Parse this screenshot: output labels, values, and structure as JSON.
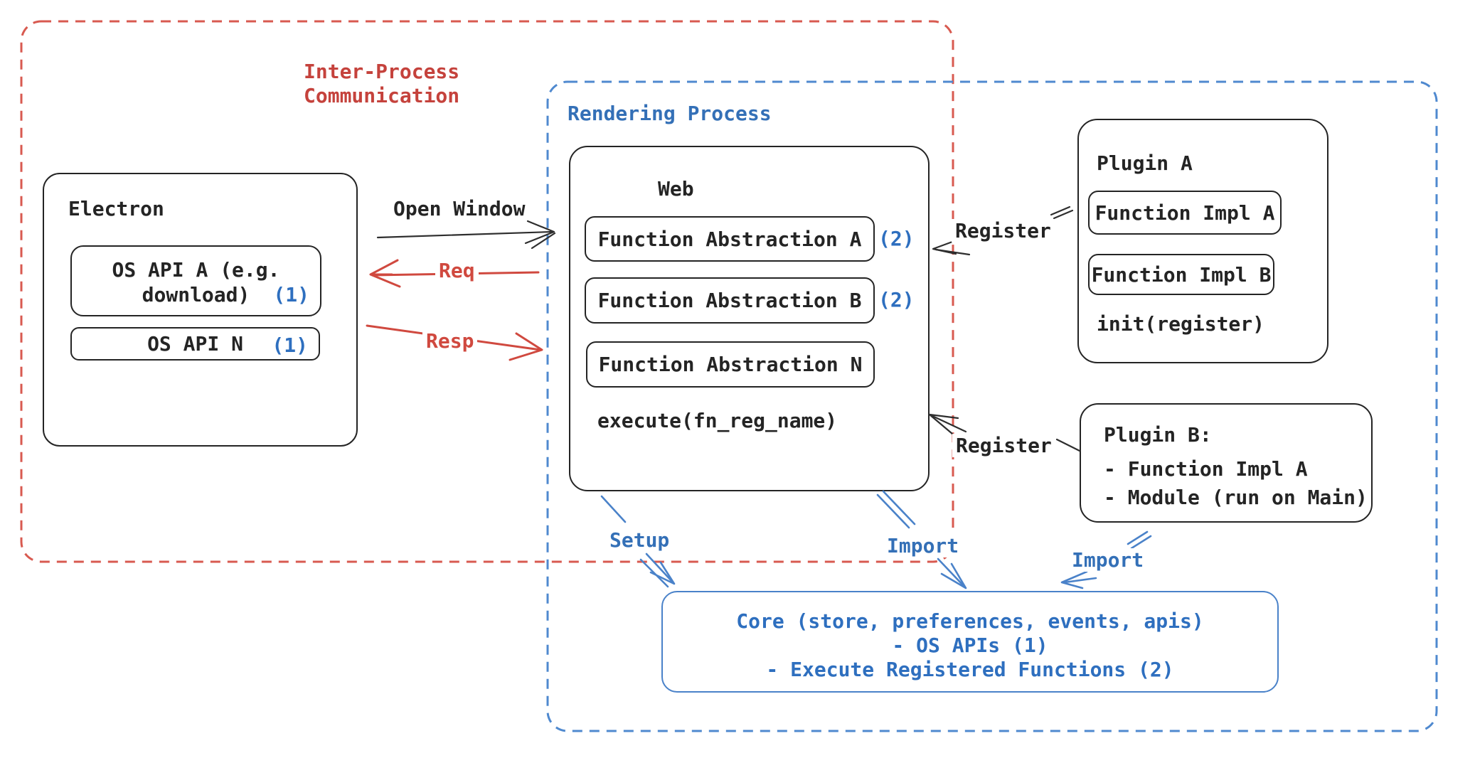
{
  "diagram": {
    "ipc_region": {
      "title_line1": "Inter-Process",
      "title_line2": "Communication"
    },
    "rendering_region": {
      "title": "Rendering Process"
    },
    "electron": {
      "title": "Electron",
      "api_a_line1": "OS API A (e.g.",
      "api_a_line2": "download)",
      "api_a_badge": "(1)",
      "api_n_label": "OS API N",
      "api_n_badge": "(1)"
    },
    "web": {
      "title": "Web",
      "abstraction_a": "Function Abstraction A",
      "abstraction_a_badge": "(2)",
      "abstraction_b": "Function Abstraction B",
      "abstraction_b_badge": "(2)",
      "abstraction_n": "Function Abstraction N",
      "execute_label": "execute(fn_reg_name)"
    },
    "plugin_a": {
      "title": "Plugin A",
      "impl_a": "Function Impl A",
      "impl_b": "Function Impl B",
      "init_label": "init(register)"
    },
    "plugin_b": {
      "title": "Plugin B:",
      "item_1": "- Function Impl A",
      "item_2": "- Module (run on Main)"
    },
    "core": {
      "line1": "Core (store, preferences, events, apis)",
      "line2": "- OS APIs (1)",
      "line3": "- Execute Registered Functions (2)"
    },
    "edges": {
      "open_window": "Open Window",
      "req": "Req",
      "resp": "Resp",
      "register_top": "Register",
      "register_bottom": "Register",
      "setup": "Setup",
      "import_web": "Import",
      "import_plugin_b": "Import"
    }
  },
  "colors": {
    "red_title": "#c5423c",
    "red_dash": "#d85a50",
    "red_arrow": "#d0493f",
    "blue_text": "#2e6fbf",
    "blue_title": "#3470b7",
    "blue_dash": "#4f89cf",
    "blue_arrow": "#4a82c9",
    "ink": "#242424"
  }
}
